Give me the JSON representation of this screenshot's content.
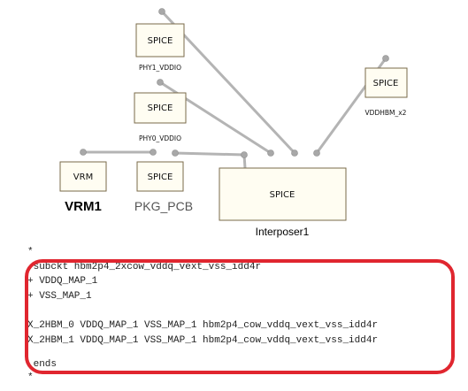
{
  "diagram": {
    "blocks": {
      "phy1": {
        "type": "SPICE",
        "caption": "PHY1_VDDIO"
      },
      "phy0": {
        "type": "SPICE",
        "caption": "PHY0_VDDIO"
      },
      "vddhbm": {
        "type": "SPICE",
        "caption": "VDDHBM_x2"
      },
      "vrm": {
        "type": "VRM",
        "caption": "VRM1"
      },
      "pkg": {
        "type": "SPICE",
        "caption": "PKG_PCB"
      },
      "interposer": {
        "type": "SPICE",
        "caption": "Interposer1"
      }
    },
    "connections": [
      {
        "from": "phy1",
        "to": "interposer"
      },
      {
        "from": "phy0",
        "to": "interposer"
      },
      {
        "from": "vddhbm",
        "to": "interposer"
      },
      {
        "from": "vrm",
        "to": "pkg"
      },
      {
        "from": "pkg",
        "to": "interposer"
      }
    ]
  },
  "netlist": {
    "lines": [
      "*",
      ".subckt hbm2p4_2xcow_vddq_vext_vss_idd4r",
      "+ VDDQ_MAP_1",
      "+ VSS_MAP_1",
      "",
      "X_2HBM_0 VDDQ_MAP_1 VSS_MAP_1 hbm2p4_cow_vddq_vext_vss_idd4r",
      "X_2HBM_1 VDDQ_MAP_1 VSS_MAP_1 hbm2p4_cow_vddq_vext_vss_idd4r",
      "",
      ".ends",
      "*"
    ],
    "highlight_color": "#e0262f"
  }
}
